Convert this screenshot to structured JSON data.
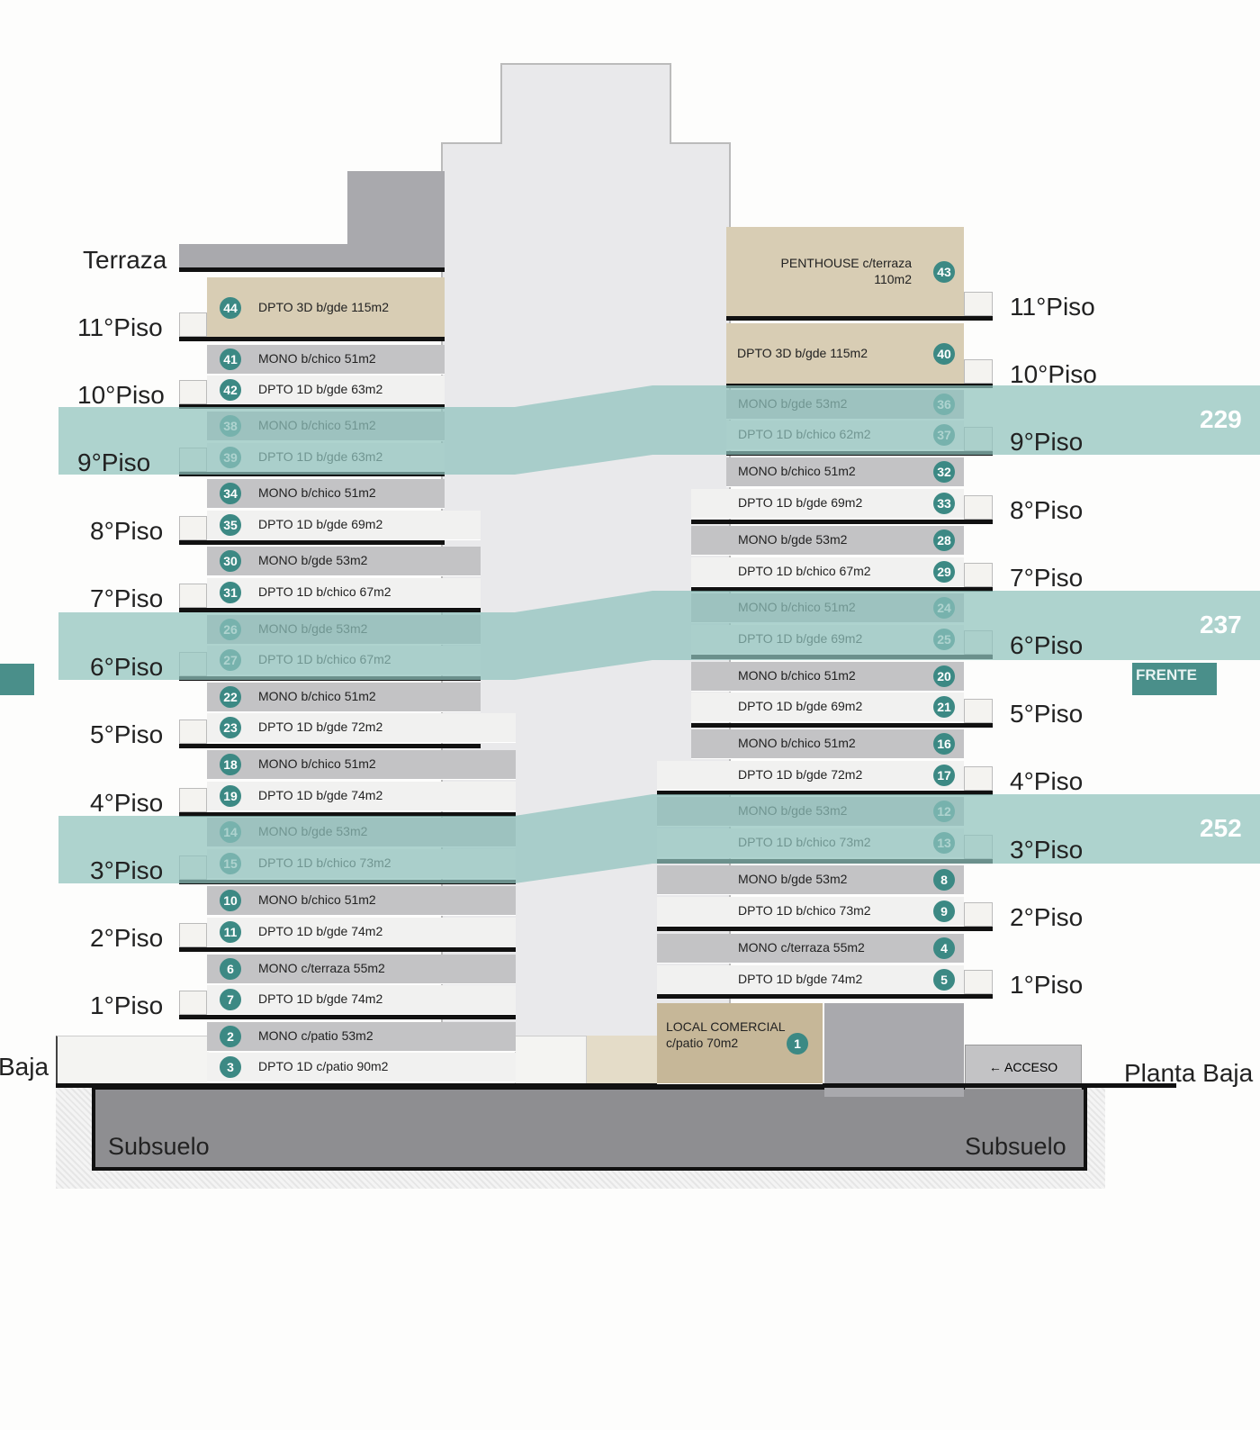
{
  "levels_left": [
    "Terraza",
    "11°Piso",
    "10°Piso",
    "9°Piso",
    "8°Piso",
    "7°Piso",
    "6°Piso",
    "5°Piso",
    "4°Piso",
    "3°Piso",
    "2°Piso",
    "1°Piso",
    "Baja"
  ],
  "levels_right": [
    "11°Piso",
    "10°Piso",
    "9°Piso",
    "8°Piso",
    "7°Piso",
    "6°Piso",
    "5°Piso",
    "4°Piso",
    "3°Piso",
    "2°Piso",
    "1°Piso",
    "Planta Baja"
  ],
  "left_units": [
    {
      "n": "44",
      "label": "DPTO 3D b/gde 115m2"
    },
    {
      "n": "41",
      "label": "MONO b/chico 51m2"
    },
    {
      "n": "42",
      "label": "DPTO 1D b/gde 63m2"
    },
    {
      "n": "38",
      "label": "MONO b/chico 51m2"
    },
    {
      "n": "39",
      "label": "DPTO 1D b/gde 63m2"
    },
    {
      "n": "34",
      "label": "MONO b/chico 51m2"
    },
    {
      "n": "35",
      "label": "DPTO 1D b/gde 69m2"
    },
    {
      "n": "30",
      "label": "MONO b/gde 53m2"
    },
    {
      "n": "31",
      "label": "DPTO 1D b/chico 67m2"
    },
    {
      "n": "26",
      "label": "MONO b/gde 53m2"
    },
    {
      "n": "27",
      "label": "DPTO 1D b/chico 67m2"
    },
    {
      "n": "22",
      "label": "MONO b/chico 51m2"
    },
    {
      "n": "23",
      "label": "DPTO 1D b/gde 72m2"
    },
    {
      "n": "18",
      "label": "MONO b/chico 51m2"
    },
    {
      "n": "19",
      "label": "DPTO 1D b/gde 74m2"
    },
    {
      "n": "14",
      "label": "MONO b/gde 53m2"
    },
    {
      "n": "15",
      "label": "DPTO 1D b/chico 73m2"
    },
    {
      "n": "10",
      "label": "MONO b/chico 51m2"
    },
    {
      "n": "11",
      "label": "DPTO 1D b/gde 74m2"
    },
    {
      "n": "6",
      "label": "MONO c/terraza 55m2"
    },
    {
      "n": "7",
      "label": "DPTO 1D b/gde 74m2"
    },
    {
      "n": "2",
      "label": "MONO c/patio 53m2"
    },
    {
      "n": "3",
      "label": "DPTO 1D c/patio 90m2"
    }
  ],
  "right_units": [
    {
      "n": "43",
      "label": "PENTHOUSE c/terraza\n110m2"
    },
    {
      "n": "40",
      "label": "DPTO 3D b/gde 115m2"
    },
    {
      "n": "36",
      "label": "MONO b/gde 53m2"
    },
    {
      "n": "37",
      "label": "DPTO 1D b/chico 62m2"
    },
    {
      "n": "32",
      "label": "MONO b/chico 51m2"
    },
    {
      "n": "33",
      "label": "DPTO 1D b/gde 69m2"
    },
    {
      "n": "28",
      "label": "MONO b/gde 53m2"
    },
    {
      "n": "29",
      "label": "DPTO 1D b/chico 67m2"
    },
    {
      "n": "24",
      "label": "MONO b/chico 51m2"
    },
    {
      "n": "25",
      "label": "DPTO 1D b/gde 69m2"
    },
    {
      "n": "20",
      "label": "MONO b/chico 51m2"
    },
    {
      "n": "21",
      "label": "DPTO 1D b/gde 69m2"
    },
    {
      "n": "16",
      "label": "MONO b/chico 51m2"
    },
    {
      "n": "17",
      "label": "DPTO 1D b/gde 72m2"
    },
    {
      "n": "12",
      "label": "MONO b/gde 53m2"
    },
    {
      "n": "13",
      "label": "DPTO 1D b/chico 73m2"
    },
    {
      "n": "8",
      "label": "MONO b/gde 53m2"
    },
    {
      "n": "9",
      "label": "DPTO 1D b/chico 73m2"
    },
    {
      "n": "4",
      "label": "MONO c/terraza 55m2"
    },
    {
      "n": "5",
      "label": "DPTO 1D b/gde 74m2"
    },
    {
      "n": "1",
      "label": "LOCAL COMERCIAL\nc/patio 70m2"
    }
  ],
  "bands": [
    "229",
    "237",
    "252"
  ],
  "frente": "FRENTE",
  "acceso": "← ACCESO",
  "subsuelo": "Subsuelo",
  "colors": {
    "teal_band": "#8fc2bd",
    "badge": "#3c8984",
    "frente": "#4a8f8a"
  }
}
